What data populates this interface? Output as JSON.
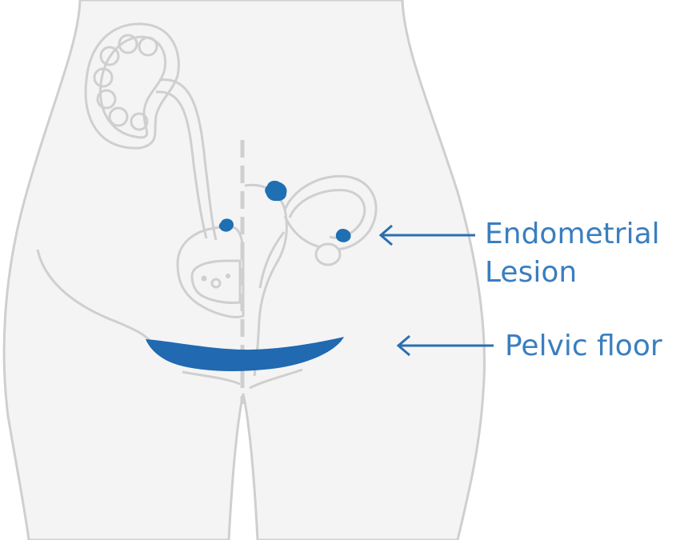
{
  "labels": {
    "endometrial_line1": "Endometrial",
    "endometrial_line2": "Lesion",
    "pelvic_floor": "Pelvic floor"
  },
  "colors": {
    "body_fill": "#f4f4f4",
    "outline": "#cfcfcf",
    "lesion": "#1f6fb3",
    "pelvic_floor": "#2169b0",
    "label_text": "#3a7ebf",
    "arrow": "#2a6fb0"
  }
}
